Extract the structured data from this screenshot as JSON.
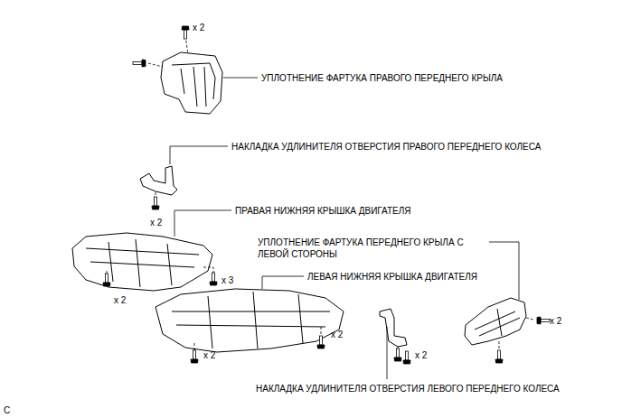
{
  "diagram": {
    "labels": [
      "x 2",
      "УПЛОТНЕНИЕ ФАРТУКА ПРАВОГО ПЕРЕДНЕГО КРЫЛА",
      "НАКЛАДКА УДЛИНИТЕЛЯ ОТВЕРСТИЯ ПРАВОГО ПЕРЕДНЕГО КОЛЕСА",
      "x 2",
      "ПРАВАЯ НИЖНЯЯ КРЫШКА ДВИГАТЕЛЯ",
      "УПЛОТНЕНИЕ ФАРТУКА ПЕРЕДНЕГО КРЫЛА С ЛЕВОЙ СТОРОНЫ",
      "x 3",
      "ЛЕВАЯ НИЖНЯЯ КРЫШКА ДВИГАТЕЛЯ",
      "x 2",
      "x 2",
      "x 2",
      "x 2",
      "x 2",
      "НАКЛАДКА УДЛИНИТЕЛЯ ОТВЕРСТИЯ ЛЕВОГО ПЕРЕДНЕГО КОЛЕСА",
      "C"
    ]
  }
}
